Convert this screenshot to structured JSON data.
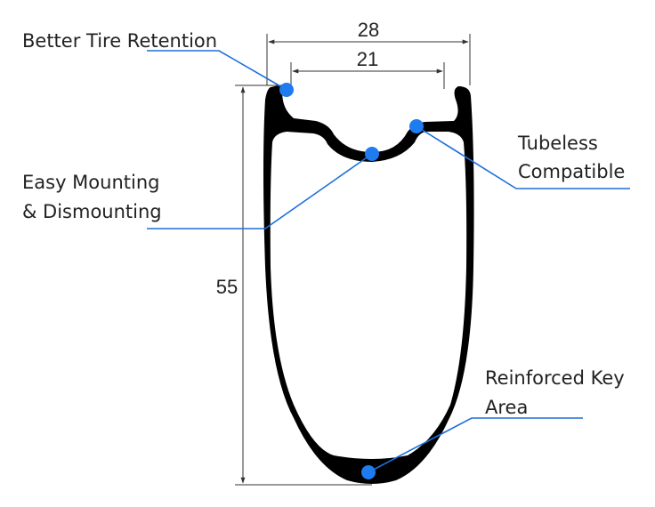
{
  "dimensions": {
    "outer_width": "28",
    "inner_width": "21",
    "height": "55"
  },
  "callouts": [
    {
      "lines": [
        "Better Tire Retention"
      ]
    },
    {
      "lines": [
        "Easy Mounting",
        "& Dismounting"
      ]
    },
    {
      "lines": [
        "Tubeless",
        "Compatible"
      ]
    },
    {
      "lines": [
        "Reinforced Key",
        "Area"
      ]
    }
  ],
  "colors": {
    "rim": "#000000",
    "accent": "#1f7bf0",
    "leader": "#1e6fd9",
    "text": "#222222"
  }
}
